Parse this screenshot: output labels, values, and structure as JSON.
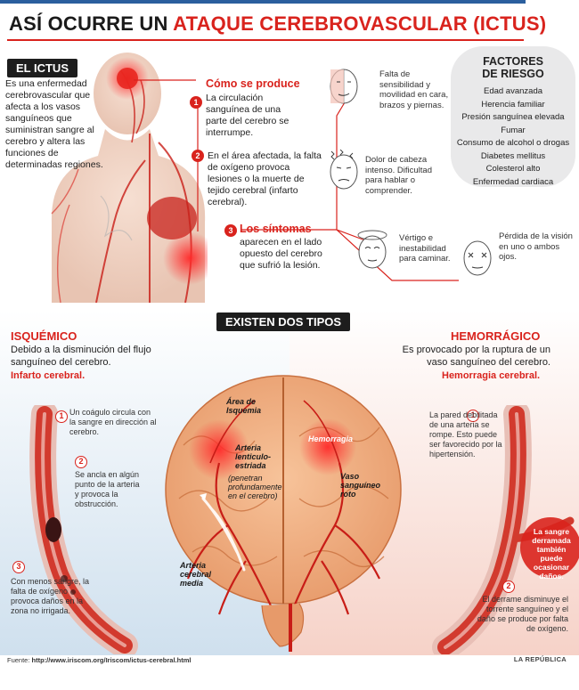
{
  "title": {
    "part1": "ASÍ OCURRE UN",
    "part2": "ATAQUE CEREBROVASCULAR (ICTUS)"
  },
  "ictus": {
    "tag": "EL ICTUS",
    "intro": "Es una enfermedad cerebrovascular que afecta a los vasos sanguíneos que suministran sangre al cerebro y altera las funciones de determinadas regiones."
  },
  "como": {
    "heading": "Cómo se produce",
    "step1": {
      "num": "1",
      "text": "La circulación sanguínea de una parte del cerebro se interrumpe."
    },
    "step2": {
      "num": "2",
      "text": "En el área afectada, la falta de oxígeno provoca lesiones o la muerte de tejido cerebral (infarto cerebral)."
    },
    "step3": {
      "num": "3",
      "heading": "Los síntomas",
      "text": "aparecen en el lado opuesto del cerebro que sufrió la lesión."
    }
  },
  "symptoms": {
    "s1": "Falta de sensibilidad y movilidad en cara, brazos y piernas.",
    "s2": "Dolor de cabeza intenso. Dificultad para hablar o comprender.",
    "s3": "Vértigo e inestabilidad para caminar.",
    "s4": "Pérdida de la visión en uno o ambos ojos."
  },
  "risk": {
    "title_line1": "FACTORES",
    "title_line2": "DE RIESGO",
    "items": [
      "Edad avanzada",
      "Herencia familiar",
      "Presión sanguínea elevada",
      "Fumar",
      "Consumo de alcohol o drogas",
      "Diabetes mellitus",
      "Colesterol alto",
      "Enfermedad cardiaca"
    ]
  },
  "types": {
    "tag": "EXISTEN DOS TIPOS",
    "isquemico": {
      "heading": "ISQUÉMICO",
      "text": "Debido a la disminución del flujo sanguíneo del cerebro.",
      "sub": "Infarto cerebral.",
      "n1": "1",
      "t1": "Un coágulo circula con la sangre en dirección al cerebro.",
      "n2": "2",
      "t2": "Se ancla en algún punto de la arteria y provoca la obstrucción.",
      "n3": "3",
      "t3": "Con menos sangre, la falta de oxígeno provoca daños en la zona no irrigada."
    },
    "hemorragico": {
      "heading": "HEMORRÁGICO",
      "text": "Es provocado por la ruptura de un vaso sanguíneo del cerebro.",
      "sub": "Hemorragia cerebral.",
      "n1": "1",
      "t1": "La pared debilitada de una arteria se rompe. Esto puede ser favorecido por la hipertensión.",
      "n2": "2",
      "t2": "El derrame disminuye el torrente sanguíneo y el daño se produce por falta de oxígeno.",
      "callout": "La sangre derramada también puede ocasionar daños."
    }
  },
  "brain_labels": {
    "area_line1": "Área de",
    "area_line2": "Isquemia",
    "arteria_line1": "Arteria",
    "arteria_line2": "lenticulo-",
    "arteria_line3": "estriada",
    "penetran_line1": "(penetran",
    "penetran_line2": "profundamente",
    "penetran_line3": "en el cerebro)",
    "hemorragia": "Hemorragia",
    "vaso_line1": "Vaso",
    "vaso_line2": "sanguíneo",
    "vaso_line3": "roto",
    "media_line1": "Arteria",
    "media_line2": "cerebral",
    "media_line3": "media"
  },
  "footer": {
    "label": "Fuente:",
    "url": "http://www.iriscom.org/Iriscom/ictus-cerebral.html",
    "brand": "LA REPÚBLICA"
  },
  "colors": {
    "accent": "#d9231d",
    "dark": "#1d1d1d",
    "risk_bg": "#e9e9ea"
  }
}
